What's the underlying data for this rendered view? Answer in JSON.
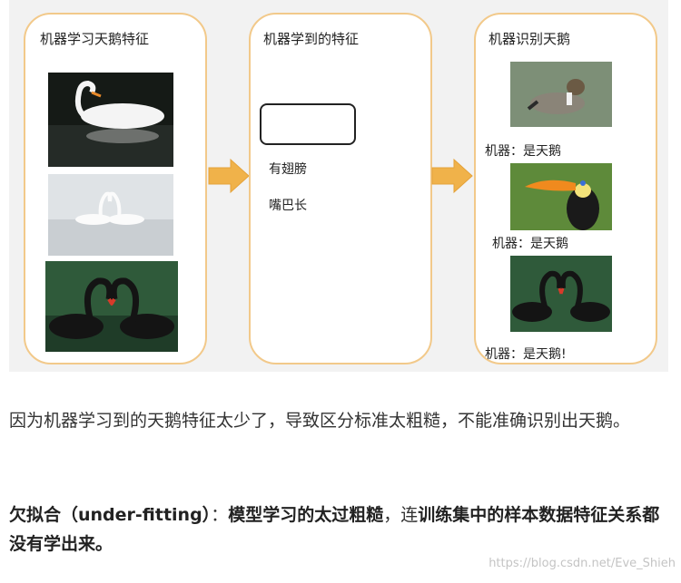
{
  "panels": {
    "left_title": "机器学习天鹅特征",
    "middle_title": "机器学到的特征",
    "right_title": "机器识别天鹅"
  },
  "features": [
    "有翅膀",
    "嘴巴长"
  ],
  "captions": [
    "机器：是天鹅",
    "机器：是天鹅",
    "机器：是天鹅!"
  ],
  "paragraph1": "因为机器学习到的天鹅特征太少了，导致区分标准太粗糙，不能准确识别出天鹅。",
  "paragraph2": {
    "term": "欠拟合（under-fitting）",
    "sep": "：",
    "bold1": "模型学习的太过粗糙",
    "mid": "，连",
    "bold2": "训练集中的样本数据特征关系都没有学出来。"
  },
  "watermark": "https://blog.csdn.net/Eve_Shieh",
  "colors": {
    "panel_border": "#f2c98a",
    "arrow": "#f0b24a",
    "figure_bg": "#f2f2f2"
  }
}
